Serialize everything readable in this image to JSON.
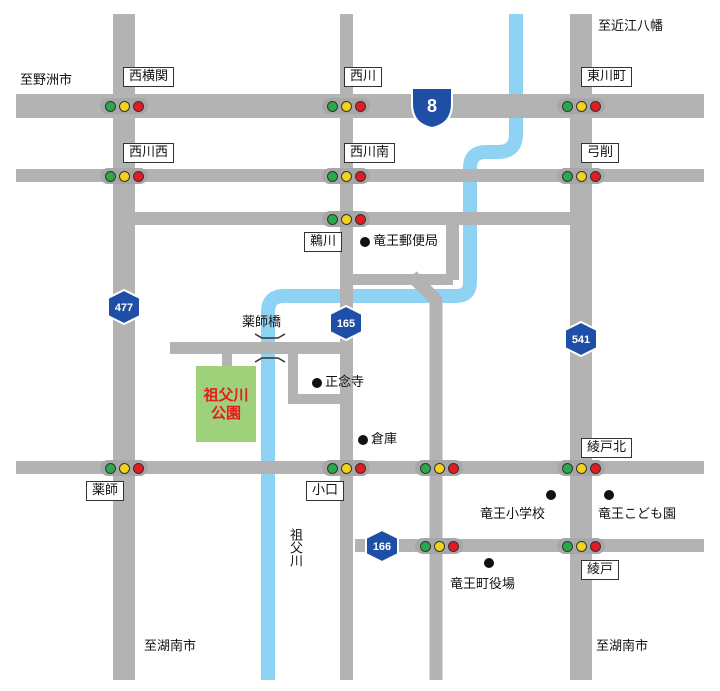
{
  "directions": {
    "ohmihachiman": "至近江八幡",
    "yasu": "至野洲市",
    "konan_left": "至湖南市",
    "konan_right": "至湖南市"
  },
  "intersections": {
    "nishiyokozeki": "西横関",
    "nishikawa": "西川",
    "higashikawacho": "東川町",
    "nishikawanishi": "西川西",
    "nishikawaminami": "西川南",
    "yuge": "弓削",
    "ukawa": "鵜川",
    "yakushibashi": "薬師橋",
    "yakushi": "薬師",
    "koguchi": "小口",
    "ayadokita": "綾戸北",
    "ayado": "綾戸"
  },
  "routes": {
    "national_8": "8",
    "route_477": "477",
    "route_165": "165",
    "route_541": "541",
    "route_166": "166"
  },
  "places": {
    "post_office": "竜王郵便局",
    "shonenji": "正念寺",
    "warehouse": "倉庫",
    "elementary": "竜王小学校",
    "kodomoen": "竜王こども園",
    "town_hall": "竜王町役場"
  },
  "park": {
    "line1": "祖父川",
    "line2": "公園"
  },
  "river": {
    "name": "祖父川"
  },
  "colors": {
    "road": "#b3b3b3",
    "river": "#8fd3f4",
    "park_fill": "#9fd07a",
    "park_text": "#e0201c",
    "shield_fill": "#1e4ea6",
    "signal_green": "#2aa84a",
    "signal_yellow": "#f2d21b",
    "signal_red": "#e21b23"
  }
}
